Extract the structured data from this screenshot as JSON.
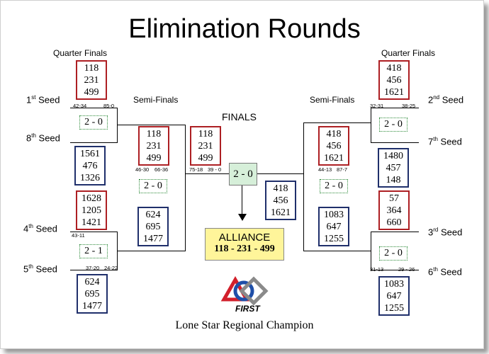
{
  "title": "Elimination Rounds",
  "labels": {
    "quarter_finals": "Quarter Finals",
    "semi_finals": "Semi-Finals",
    "finals": "FINALS",
    "seed_suffix": "Seed",
    "seed_1": "1",
    "seed_1_sup": "st",
    "seed_8": "8",
    "seed_8_sup": "th",
    "seed_4": "4",
    "seed_4_sup": "th",
    "seed_5": "5",
    "seed_5_sup": "th",
    "seed_2": "2",
    "seed_2_sup": "nd",
    "seed_7": "7",
    "seed_7_sup": "th",
    "seed_3": "3",
    "seed_3_sup": "rd",
    "seed_6": "6",
    "seed_6_sup": "th"
  },
  "teams": {
    "qf_1": [
      "118",
      "231",
      "499"
    ],
    "qf_8": [
      "1561",
      "476",
      "1326"
    ],
    "qf_4": [
      "1628",
      "1205",
      "1421"
    ],
    "qf_5": [
      "624",
      "695",
      "1477"
    ],
    "qf_2": [
      "418",
      "456",
      "1621"
    ],
    "qf_7": [
      "1480",
      "457",
      "148"
    ],
    "qf_3": [
      "57",
      "364",
      "660"
    ],
    "qf_6": [
      "1083",
      "647",
      "1255"
    ],
    "sf_left_top": [
      "118",
      "231",
      "499"
    ],
    "sf_left_bottom": [
      "624",
      "695",
      "1477"
    ],
    "sf_right_top": [
      "418",
      "456",
      "1621"
    ],
    "sf_right_bottom": [
      "1083",
      "647",
      "1255"
    ],
    "final_left": [
      "118",
      "231",
      "499"
    ],
    "final_right": [
      "418",
      "456",
      "1621"
    ]
  },
  "scores": {
    "qf_1v8": "2 - 0",
    "qf_4v5": "2 - 1",
    "qf_2v7": "2 - 0",
    "qf_3v6": "2 - 0",
    "sf_left": "2 - 0",
    "sf_right": "2 - 0",
    "final": "2 - 0"
  },
  "match_scores": {
    "qf_1v8_a": "42-34",
    "qf_1v8_b": "85-0",
    "qf_4v5_a": "43-11",
    "qf_5_a": "37-20",
    "qf_5_b": "24-22",
    "sf_left_a": "46-30",
    "sf_left_b": "66-36",
    "final_a": "75-18",
    "final_b": "39 - 0",
    "qf_2v7_a": "32-31",
    "qf_2v7_b": "38-25",
    "sf_right_a": "44-13",
    "sf_right_b": "87-7",
    "qf_3v6_a": "31-13",
    "qf_3v6_b": "29 - 26"
  },
  "alliance": {
    "label": "ALLIANCE",
    "teams": "118 - 231 - 499"
  },
  "logo_text": "FIRST",
  "caption": "Lone Star Regional Champion",
  "colors": {
    "winner_border": "#ad1f23",
    "loser_border": "#1f2f6b",
    "score_border": "#2e8b3a",
    "final_fill": "#d6efd9",
    "alliance_fill": "#fff59a"
  }
}
